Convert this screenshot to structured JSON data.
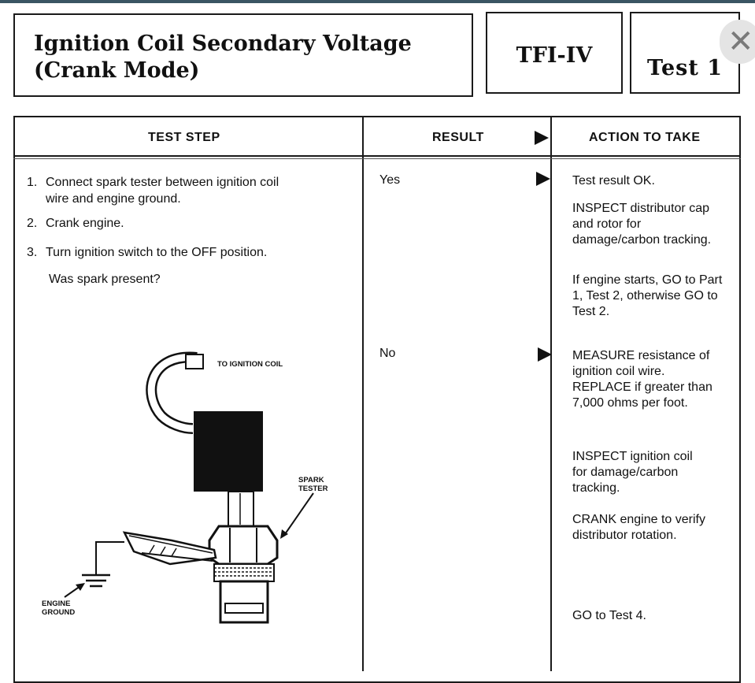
{
  "header": {
    "title_line1": "Ignition Coil Secondary Voltage",
    "title_line2": "(Crank Mode)",
    "system": "TFI-IV",
    "test": "Test 1"
  },
  "close_glyph": "✕",
  "columns": {
    "test_step": "TEST STEP",
    "result": "RESULT",
    "action": "ACTION TO TAKE"
  },
  "steps": [
    {
      "num": "1.",
      "line1": "Connect spark tester between ignition coil",
      "line2": "wire and engine ground."
    },
    {
      "num": "2.",
      "text": "Crank engine."
    },
    {
      "num": "3.",
      "text": "Turn ignition switch to the OFF position."
    }
  ],
  "question": "Was spark present?",
  "results": {
    "yes": "Yes",
    "no": "No"
  },
  "actions_yes": [
    "Test result OK.",
    "INSPECT distributor cap and rotor for damage/carbon tracking.",
    "If engine starts, GO to Part 1, Test 2, otherwise GO to Test 2."
  ],
  "actions_no": [
    "MEASURE resistance of ignition coil wire. REPLACE if greater than 7,000 ohms per foot.",
    "INSPECT ignition coil for damage/carbon tracking.",
    "CRANK engine to verify distributor rotation.",
    "GO to Test 4."
  ],
  "diagram": {
    "label_coil": "TO IGNITION COIL",
    "label_tester_1": "SPARK",
    "label_tester_2": "TESTER",
    "label_ground_1": "ENGINE",
    "label_ground_2": "GROUND"
  },
  "colors": {
    "ink": "#111111",
    "frame": "#1a1a1a",
    "topbar": "#3a5563"
  }
}
